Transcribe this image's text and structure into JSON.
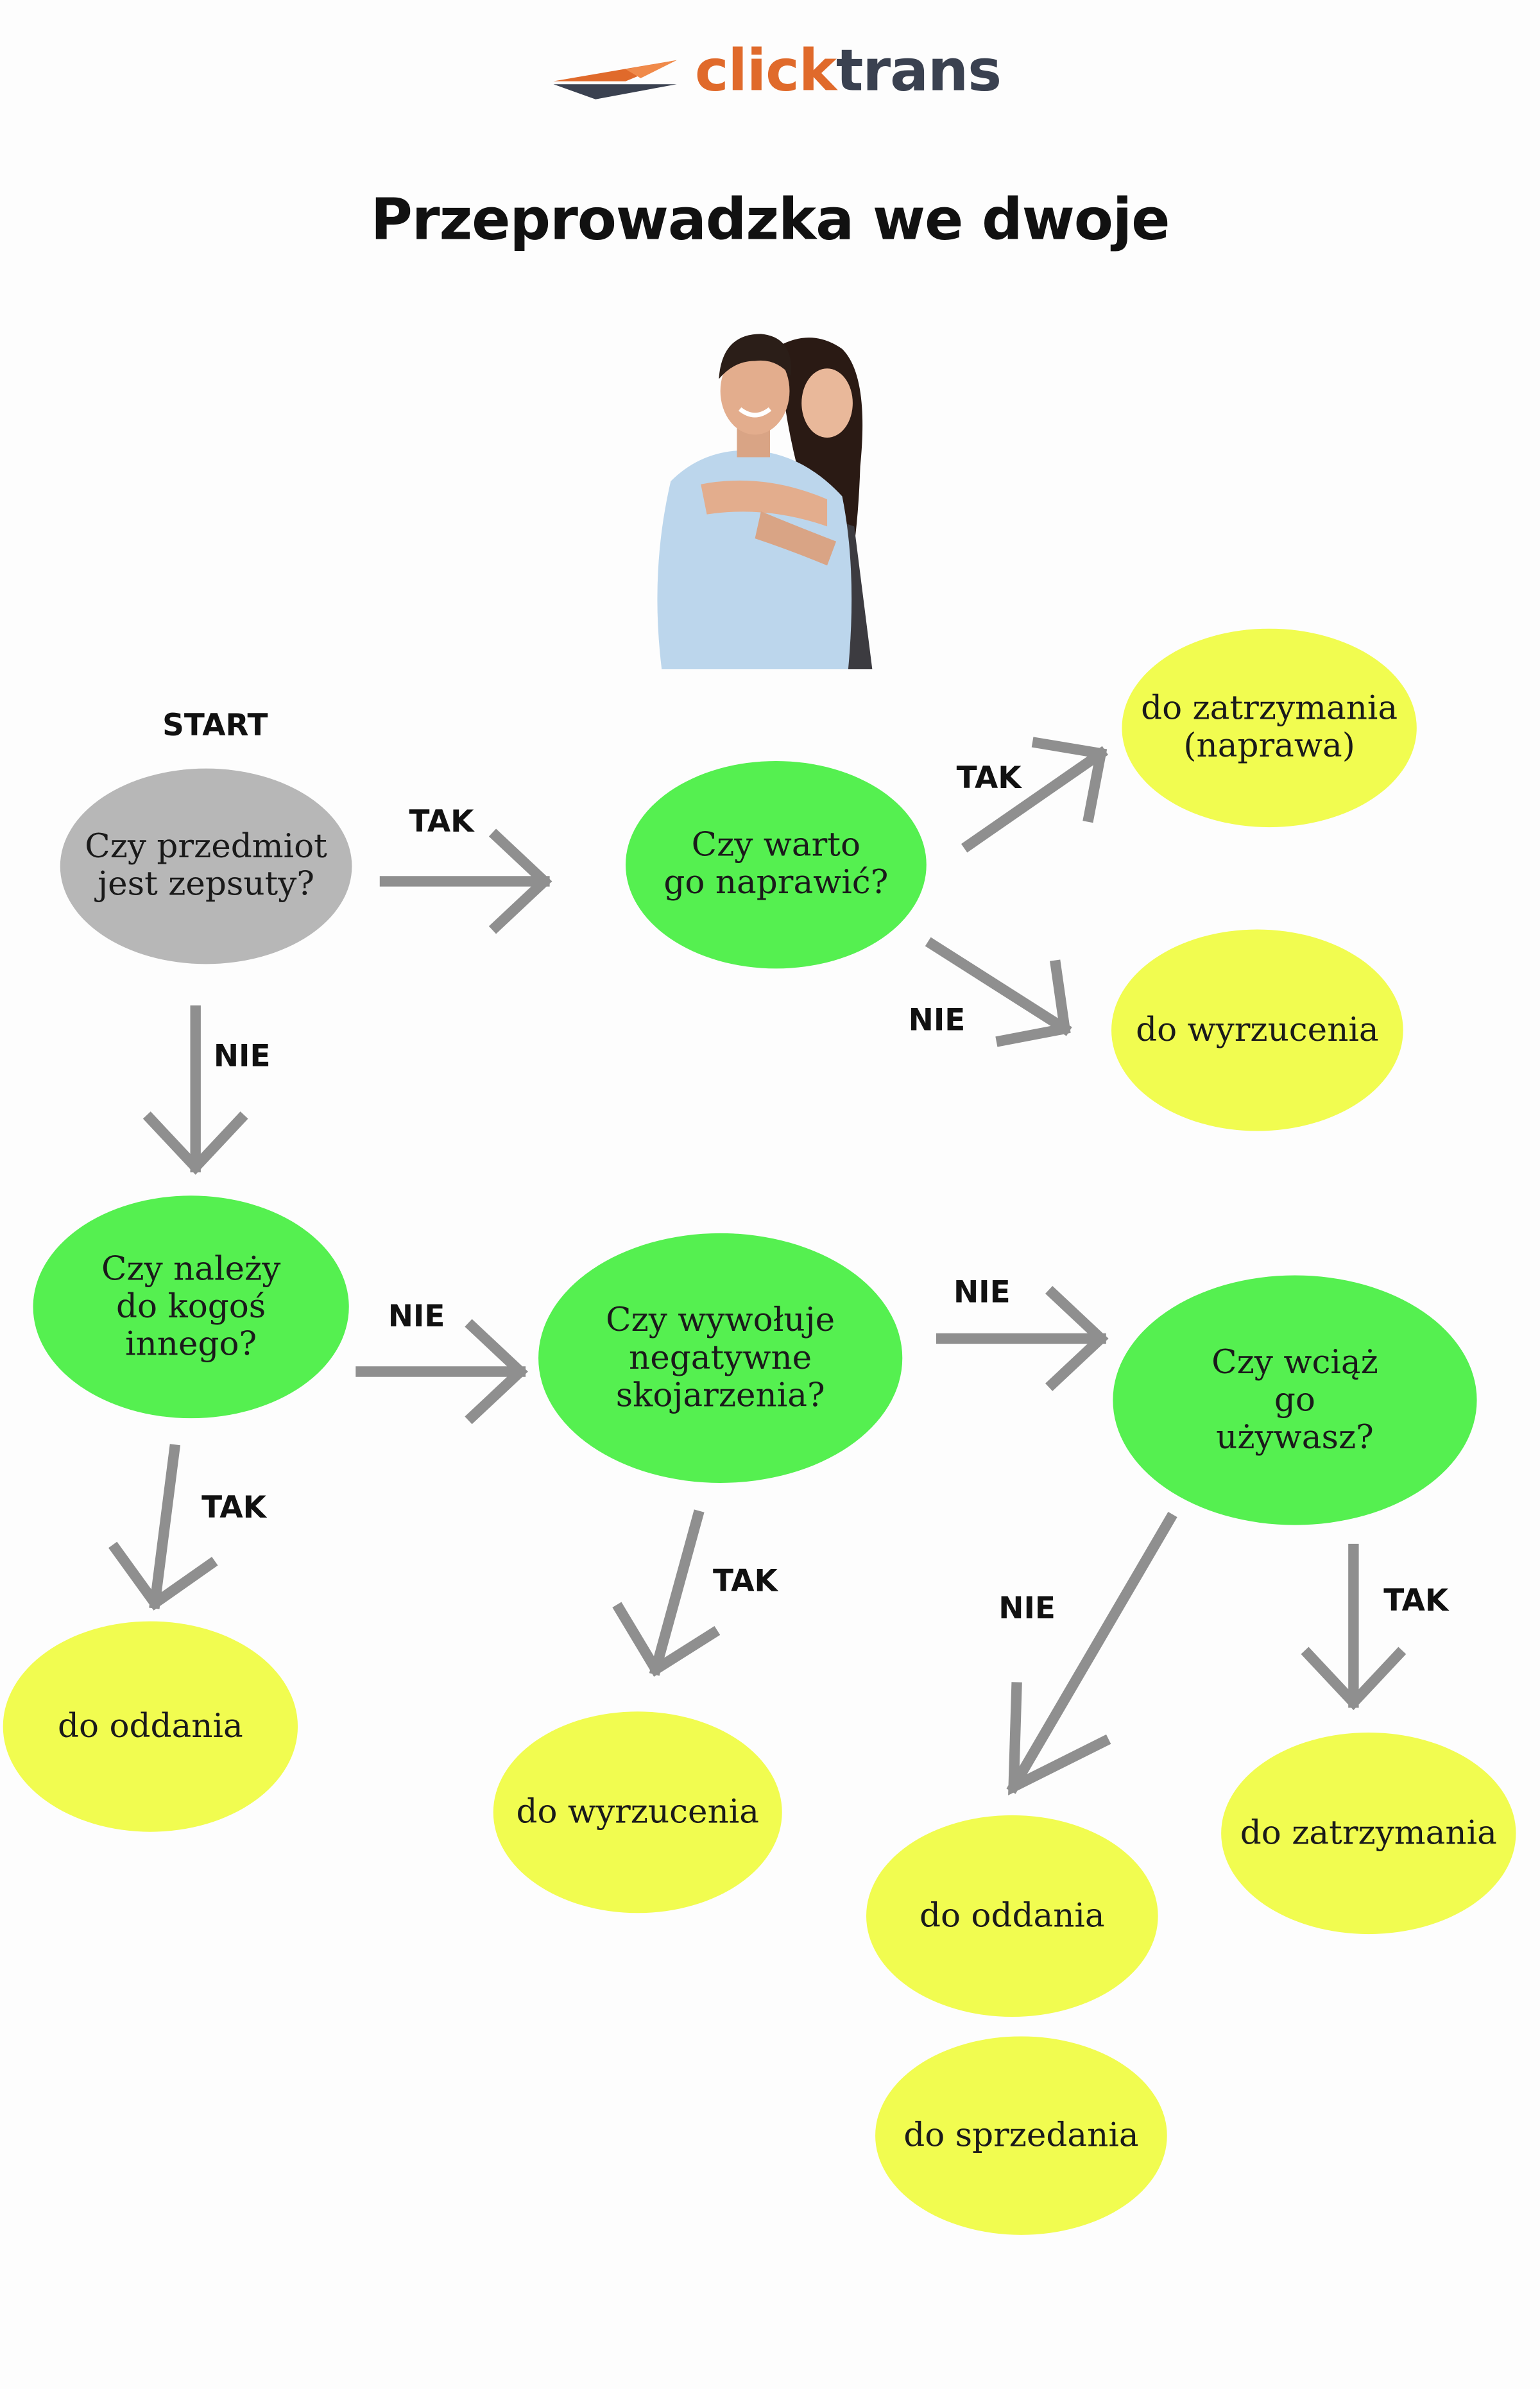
{
  "brand": {
    "name_part1": "click",
    "name_part2": "trans",
    "colors": {
      "accent": "#e06a2b",
      "dark": "#3a4150"
    }
  },
  "title": "Przeprowadzka we dwoje",
  "start_label": "START",
  "nodes": [
    {
      "id": "q1",
      "kind": "question",
      "color": "#b7b7b7",
      "lines": [
        "Czy przedmiot",
        "jest zepsuty?"
      ]
    },
    {
      "id": "q2",
      "kind": "question",
      "color": "#55f050",
      "lines": [
        "Czy warto",
        "go naprawić?"
      ]
    },
    {
      "id": "r1",
      "kind": "result",
      "color": "#f1fc50",
      "lines": [
        "do zatrzymania",
        "(naprawa)"
      ]
    },
    {
      "id": "r2",
      "kind": "result",
      "color": "#f1fc50",
      "lines": [
        "do wyrzucenia"
      ]
    },
    {
      "id": "q3",
      "kind": "question",
      "color": "#55f050",
      "lines": [
        "Czy należy",
        "do kogoś innego?"
      ]
    },
    {
      "id": "q4",
      "kind": "question",
      "color": "#55f050",
      "lines": [
        "Czy wywołuje",
        "negatywne",
        "skojarzenia?"
      ]
    },
    {
      "id": "q5",
      "kind": "question",
      "color": "#55f050",
      "lines": [
        "Czy wciąż",
        "go",
        "używasz?"
      ]
    },
    {
      "id": "r3",
      "kind": "result",
      "color": "#f1fc50",
      "lines": [
        "do oddania"
      ]
    },
    {
      "id": "r4",
      "kind": "result",
      "color": "#f1fc50",
      "lines": [
        "do wyrzucenia"
      ]
    },
    {
      "id": "r5",
      "kind": "result",
      "color": "#f1fc50",
      "lines": [
        "do oddania"
      ]
    },
    {
      "id": "r6",
      "kind": "result",
      "color": "#f1fc50",
      "lines": [
        "do sprzedania"
      ]
    },
    {
      "id": "r7",
      "kind": "result",
      "color": "#f1fc50",
      "lines": [
        "do zatrzymania"
      ]
    }
  ],
  "edges": [
    {
      "from": "q1",
      "to": "q2",
      "label": "TAK"
    },
    {
      "from": "q1",
      "to": "q3",
      "label": "NIE"
    },
    {
      "from": "q2",
      "to": "r1",
      "label": "TAK"
    },
    {
      "from": "q2",
      "to": "r2",
      "label": "NIE"
    },
    {
      "from": "q3",
      "to": "q4",
      "label": "NIE"
    },
    {
      "from": "q3",
      "to": "r3",
      "label": "TAK"
    },
    {
      "from": "q4",
      "to": "q5",
      "label": "NIE"
    },
    {
      "from": "q4",
      "to": "r4",
      "label": "TAK"
    },
    {
      "from": "q5",
      "to": "r5",
      "label": "NIE"
    },
    {
      "from": "q5",
      "to": "r7",
      "label": "TAK"
    }
  ],
  "colors": {
    "arrow": "#8f8f8f",
    "question_gray": "#b7b7b7",
    "question_green": "#55f050",
    "result_yellow": "#f1fc50"
  }
}
